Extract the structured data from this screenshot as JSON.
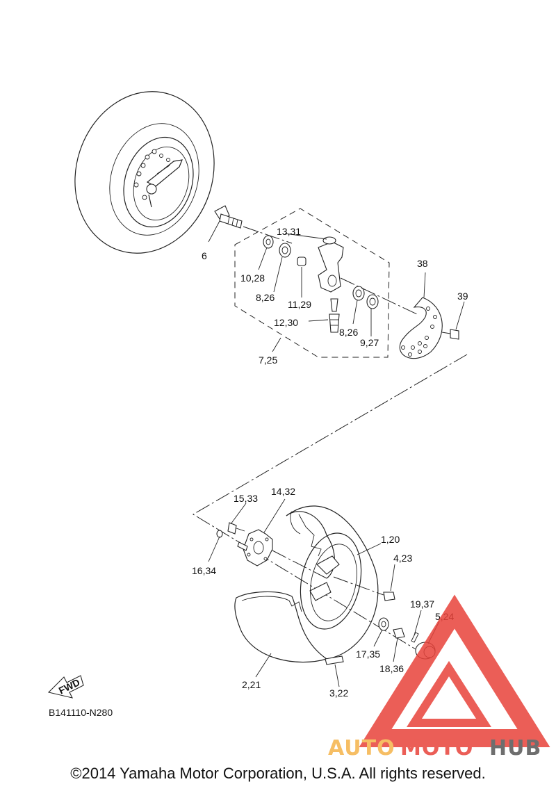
{
  "diagram": {
    "figure_code": "B141110-N280",
    "fwd_label": "FWD",
    "copyright": "©2014 Yamaha Motor Corporation, U.S.A. All rights reserved.",
    "watermark": {
      "part1": "AUTO",
      "part2": "MOTO",
      "part3": "HUB",
      "color_light": "#f5b34a",
      "color_red": "#e8423a",
      "color_dark": "#555555"
    },
    "callouts": {
      "c6": "6",
      "c13_31": "13,31",
      "c38": "38",
      "c39": "39",
      "c10_28": "10,28",
      "c8_26a": "8,26",
      "c11_29": "11,29",
      "c12_30": "12,30",
      "c8_26b": "8,26",
      "c9_27": "9,27",
      "c7_25": "7,25",
      "c15_33": "15,33",
      "c14_32": "14,32",
      "c1_20": "1,20",
      "c4_23": "4,23",
      "c16_34": "16,34",
      "c19_37": "19,37",
      "c5_24": "5,24",
      "c17_35": "17,35",
      "c18_36": "18,36",
      "c2_21": "2,21",
      "c3_22": "3,22"
    }
  }
}
